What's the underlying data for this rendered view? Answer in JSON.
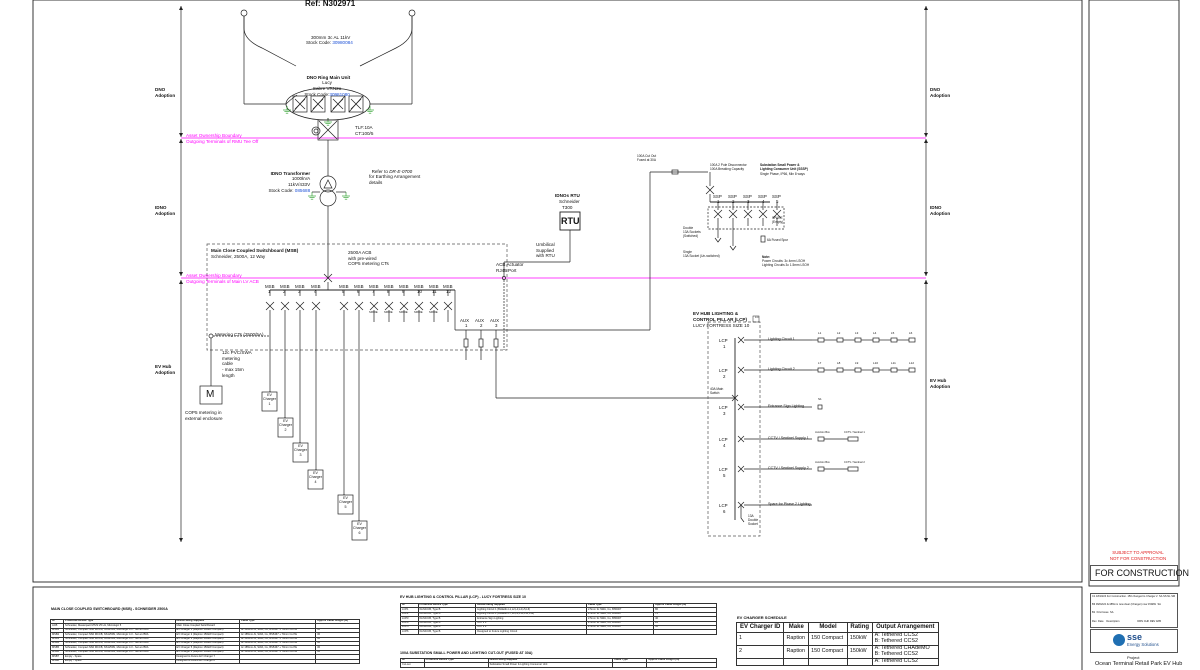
{
  "header": {
    "ref": "Ref: N302971"
  },
  "zones": {
    "dno": "DNO\nAdoption",
    "idno": "IDNO\nAdoption",
    "evhub": "EV Hub\nAdoption"
  },
  "boundaries": [
    {
      "line1": "Asset Ownership Boundary",
      "line2": "Outgoing Terminals of RMU Tee Off"
    },
    {
      "line1": "Asset Ownership Boundary",
      "line2": "Outgoing Terminals of Main LV ACB"
    }
  ],
  "hv_cable": {
    "line1": "300mm 3c AL 11kV",
    "line2_label": "Stock Code: ",
    "line2_code": "30980084"
  },
  "rmu": {
    "title": "DNO Ring Main Unit",
    "l1": "Lucy",
    "l2": "Sabre VRN2a",
    "code_label": "Stock Code:",
    "code": "30981080"
  },
  "tlf": "TLF:10A\nCT:100/5",
  "transformer": {
    "title": "IDNO Transformer",
    "body": "1000kVA\n11kV/433V",
    "code_label": "Stock Code: ",
    "code": "085688"
  },
  "earthing_note": {
    "pre": "Refer to ",
    "ref": "DR-E-0700",
    "post": "\nfor Earthing Arrangement\ndetails"
  },
  "msb": {
    "title": "Main Close Coupled Switchboard (MSB)",
    "sub": "Schneider, 2500A, 12 Way"
  },
  "acb_note": "2500A ACB\nwith pre-wired\nCOP5 metering CTs",
  "rtu": {
    "title": "IDNOs RTU",
    "l1": "Schneider",
    "l2": "T300",
    "box": "RTU"
  },
  "umbilical": "Umbilical\nSupplied\nwith RTU",
  "acb_actuator": "ACB Actuator\nRJ45 Port",
  "msb_ways": [
    {
      "top": "MSB",
      "num": "1",
      "spare": ""
    },
    {
      "top": "MSB",
      "num": "2",
      "spare": ""
    },
    {
      "top": "MSB",
      "num": "3",
      "spare": ""
    },
    {
      "top": "MSB",
      "num": "4",
      "spare": ""
    },
    {
      "top": "MSB",
      "num": "5",
      "spare": ""
    },
    {
      "top": "MSB",
      "num": "6",
      "spare": ""
    },
    {
      "top": "MSB",
      "num": "7",
      "spare": "SPARE"
    },
    {
      "top": "MSB",
      "num": "8",
      "spare": "SPARE"
    },
    {
      "top": "MSB",
      "num": "9",
      "spare": "SPARE"
    },
    {
      "top": "MSB",
      "num": "10",
      "spare": "SPARE"
    },
    {
      "top": "MSB",
      "num": "11",
      "spare": "SPARE"
    },
    {
      "top": "MSB",
      "num": "12",
      "spare": ""
    }
  ],
  "aux": [
    {
      "top": "AUX",
      "num": "1"
    },
    {
      "top": "AUX",
      "num": "2"
    },
    {
      "top": "AUX",
      "num": "3"
    }
  ],
  "metering_cts": "Metering CTs (2500/5A)",
  "meter_cable": "12c PVC/SWA\nmetering\ncable\n- max 15m\nlength",
  "meter": {
    "box": "M",
    "note": "COP5 metering in\nexternal enclosure"
  },
  "chargers": [
    {
      "l": "EV\nCharger\n1"
    },
    {
      "l": "EV\nCharger\n2"
    },
    {
      "l": "EV\nCharger\n3"
    },
    {
      "l": "EV\nCharger\n4"
    },
    {
      "l": "EV\nCharger\n5"
    },
    {
      "l": "EV\nCharger\n6"
    }
  ],
  "ssp": {
    "cutout": "100A Cut Out\nFused at 30A",
    "disconnector": "100A 2 Pole Disconnector\n100A Breaking Capacity",
    "title": "Substation Small Power &\nLighting Consumer Unit (SSSP)",
    "sub": "Single Phase, IP66, Min 8 ways",
    "ways": [
      {
        "top": "SSP",
        "num": "1"
      },
      {
        "top": "SSP",
        "num": "2"
      },
      {
        "top": "SSP",
        "num": "3"
      },
      {
        "top": "SSP",
        "num": "4"
      },
      {
        "top": "SSP",
        "num": "5"
      }
    ],
    "spare": "SPARE\n(Empty)",
    "double": "Double\n13A Sockets\n(Switched)",
    "single": "Single\n13A Socket (Un-switched)",
    "fused": "6A Fused Spur",
    "note_t": "Note:",
    "note": "Power Circuits: 3c 4mm LSOH\nLighting Circuits 3c 1.5mm LSOH"
  },
  "lcp": {
    "title": "EV HUB LIGHTING &\nCONTROL PILLAR (LCP)",
    "sub": "LUCY FORTRESS SIZE 10",
    "badge": "LC",
    "main_switch": "40A Main\nSwitch",
    "ways": [
      {
        "top": "LCP",
        "num": "1",
        "desc": "Lighting Circuit 1"
      },
      {
        "top": "LCP",
        "num": "2",
        "desc": "Lighting Circuit 2"
      },
      {
        "top": "LCP",
        "num": "3",
        "desc": "Entrance Sign Lighting"
      },
      {
        "top": "LCP",
        "num": "4",
        "desc": "CCTV / Sentinel Supply 1"
      },
      {
        "top": "LCP",
        "num": "5",
        "desc": "CCTV / Sentinel Supply 2"
      },
      {
        "top": "LCP",
        "num": "6",
        "desc": "Spare for Phase 2 Lighting"
      }
    ],
    "lum1": [
      "L1",
      "L2",
      "L3",
      "L4",
      "L5",
      "L6"
    ],
    "lum2": [
      "L7",
      "L8",
      "L9",
      "L10",
      "L11",
      "L12"
    ],
    "junction": "Junction Box",
    "cctv": "CCTV / Sentinel 1",
    "cctv2": "CCTV / Sentinel 2",
    "sign": "S1",
    "socket": "13A\nDouble\nSocket"
  },
  "msb_table": {
    "title": "MAIN CLOSE COUPLED SWITCHBOARD (MSB) - SCHNEIDER 2500A",
    "headers": [
      "ID",
      "Protective Device Type",
      "Device being Supplied",
      "Cable Type",
      "Approx Cable Length (m)"
    ],
    "rows": [
      [
        "ACB",
        "Schneider, Masterpact MTZ2 25 H1, Micrologic 5",
        "Main Close Coupled Switchboard",
        "",
        ""
      ],
      [
        "MSB1",
        "Schneider, Compact NS0 MCCB, NS1250N, Micrologic 4.3 - Set at 250A",
        "EV Charger 1 (Raption 150kW Compact)",
        "4c 185mm Al, SWA, Cu, BS5467 + 70mm Cu PE",
        "30"
      ],
      [
        "MSB2",
        "Schneider, Compact NS0 MCCB, NS1250N, Micrologic 4.3 - Set at 250A",
        "EV Charger 2 (Raption 150kW Compact)",
        "4c 185mm Al, SWA, Cu, BS5467 + 70mm Cu PE",
        "30"
      ],
      [
        "MSB3",
        "Schneider, Compact NS0 MCCB, NS1250N, Micrologic 4.3 - Set at 250A",
        "EV Charger 3 (Raption 150kW Compact)",
        "4c 185mm Al, SWA, Cu, BS5467 + 70mm Cu PE",
        "30"
      ],
      [
        "MSB4",
        "Schneider, Compact NS0 MCCB, NS1250N, Micrologic 4.3 - Set at 250A",
        "EV Charger 4 (Raption 150kW Compact)",
        "4c 185mm Al, SWA, Cu, BS5467 + 70mm Cu PE",
        "30"
      ],
      [
        "MSB5",
        "Schneider, Compact NS0 MCCB, NS1250N, Micrologic 4.3 - Set at 250A",
        "EV Charger 5 (Raption 150kW Compact)",
        "4c 185mm Al, SWA, Cu, BS5467 + 70mm Cu PE",
        "30"
      ],
      [
        "MSB6",
        "Schneider, Compact NS0 MCCB, NS1250N, Micrologic 4.3 - Set at 250A",
        "EV Charger 6 (Raption 150kW Compact)",
        "4c 185mm Al, SWA, Cu, BS5467 + 70mm Cu PE",
        "30"
      ],
      [
        "MSB7",
        "Empty - Spare",
        "Designed to Future EV Charger 7",
        "",
        ""
      ],
      [
        "MSB8",
        "Empty - Spare",
        "Designed to Future EV Charger 8",
        "",
        ""
      ]
    ]
  },
  "lcp_table": {
    "title": "EV HUB LIGHTING & CONTROL PILLAR (LCP) - LUCY FORTRESS SIZE 10",
    "headers": [
      "ID",
      "Protective Device Type",
      "Device being Supplied",
      "Cable Type",
      "Approx Cable Length (m)"
    ],
    "rows": [
      [
        "LCP1",
        "6A MCCB, Type B",
        "Lighting Circuit 1 (Bollards L1,L2,L3,L4,L5,L6)",
        "2.5mm 3c SWA, Cu, BS5467",
        "80"
      ],
      [
        "LCP2",
        "6A MCCB, Type B",
        "Lighting Circuit 2 (Bollards L7,L8,L9,L10,L11,L12)",
        "2.5mm 3c SWA, Cu, BS5467",
        "70"
      ],
      [
        "LCP3",
        "6A MCCB, Type B",
        "Entrance Sign Lighting",
        "2.5mm 3c SWA, Cu, BS5467",
        "40"
      ],
      [
        "LCP4",
        "6A MCCB, Type B",
        "CCTV 1",
        "2.5mm 3c SWA, Cu, BS5467",
        "20"
      ],
      [
        "LCP5",
        "6A MCCB, Type B",
        "CCTV 2",
        "2.5mm 3c SWA, Cu, BS5467",
        "30"
      ],
      [
        "LCP6",
        "6A MCCB, Type B",
        "Designed to Future Lighting Circuit",
        "",
        ""
      ]
    ],
    "sub_title": "100A SUBSTATION SMALL POWER AND LIGHTING CUT-OUT (FUSED AT 30A)",
    "sub_headers": [
      "ID",
      "Protective Device Type",
      "Device being Supplied",
      "Cable Type",
      "Approx Cable Length (m)"
    ],
    "sub_rows": [
      [
        "Cut-out",
        "",
        "Substation Small Power & Lighting Consumer Unit",
        "",
        ""
      ]
    ]
  },
  "ev_schedule": {
    "title": "EV CHARGER SCHEDULE",
    "headers": [
      "EV Charger ID",
      "Make",
      "Model",
      "Rating",
      "Output Arrangement"
    ],
    "rows": [
      [
        "1",
        "Raption",
        "150 Compact",
        "150kW",
        "A: Tethered CCS2\nB: Tethered CCS2"
      ],
      [
        "2",
        "Raption",
        "150 Compact",
        "150kW",
        "A: Tethered CHAdeMO\nB: Tethered CCS2"
      ],
      [
        "",
        "",
        "",
        "",
        "A: Tethered CCS2"
      ]
    ]
  },
  "title_block": {
    "approval": "SUBJECT TO APPROVAL\nNOT FOR CONSTRUCTION",
    "for_construction": "FOR CONSTRUCTION",
    "revisions": [
      {
        "rev": "C1",
        "date": "18/10/24",
        "desc": "For Construction. 150 changed to Charger 2",
        "by": "SA",
        "chk": "SS",
        "app": "NL",
        "doc": "SM"
      },
      {
        "rev": "B3",
        "date": "09/02/24",
        "desc": "4x185mm new clear (Charger) now 150kW",
        "by": "SA",
        "chk": "",
        "app": "",
        "doc": ""
      },
      {
        "rev": "B1",
        "date": "",
        "desc": "First Issue",
        "by": "SA",
        "chk": "",
        "app": "",
        "doc": ""
      }
    ],
    "rev_header": "Rev  Date    Description                         DRN CHK REV APR",
    "logo": "sse",
    "logo_sub": "Energy Solutions",
    "project_label": "Project",
    "project": "Ocean Terminal Retail Park EV Hub"
  }
}
